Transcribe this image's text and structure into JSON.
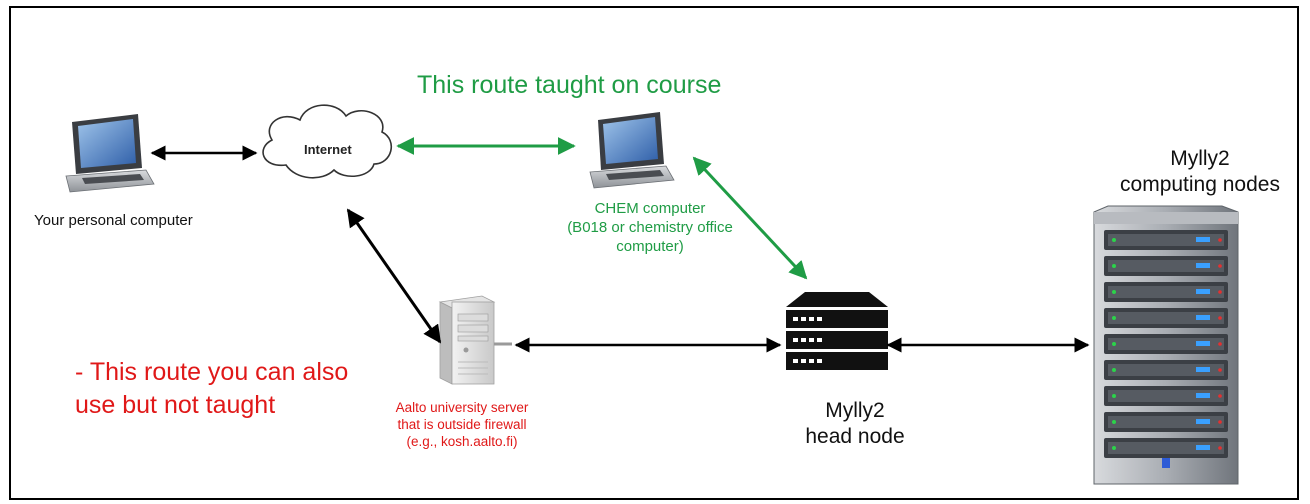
{
  "route_taught": "This route taught on course",
  "route_not_taught": {
    "line1": "- This route you can also",
    "line2": "use but not taught"
  },
  "personal_computer": "Your personal computer",
  "internet": "Internet",
  "chem_computer": {
    "line1": "CHEM computer",
    "line2": "(B018 or chemistry office",
    "line3": "computer)"
  },
  "aalto_server": {
    "line1": "Aalto university server",
    "line2": "that is outside firewall",
    "line3": "(e.g., kosh.aalto.fi)"
  },
  "head_node": {
    "line1": "Mylly2",
    "line2": "head node"
  },
  "computing_nodes": {
    "line1": "Mylly2",
    "line2": "computing nodes"
  },
  "colors": {
    "taught_route": "#1f9c45",
    "untaught_route": "#e01818",
    "connection": "#000000"
  }
}
